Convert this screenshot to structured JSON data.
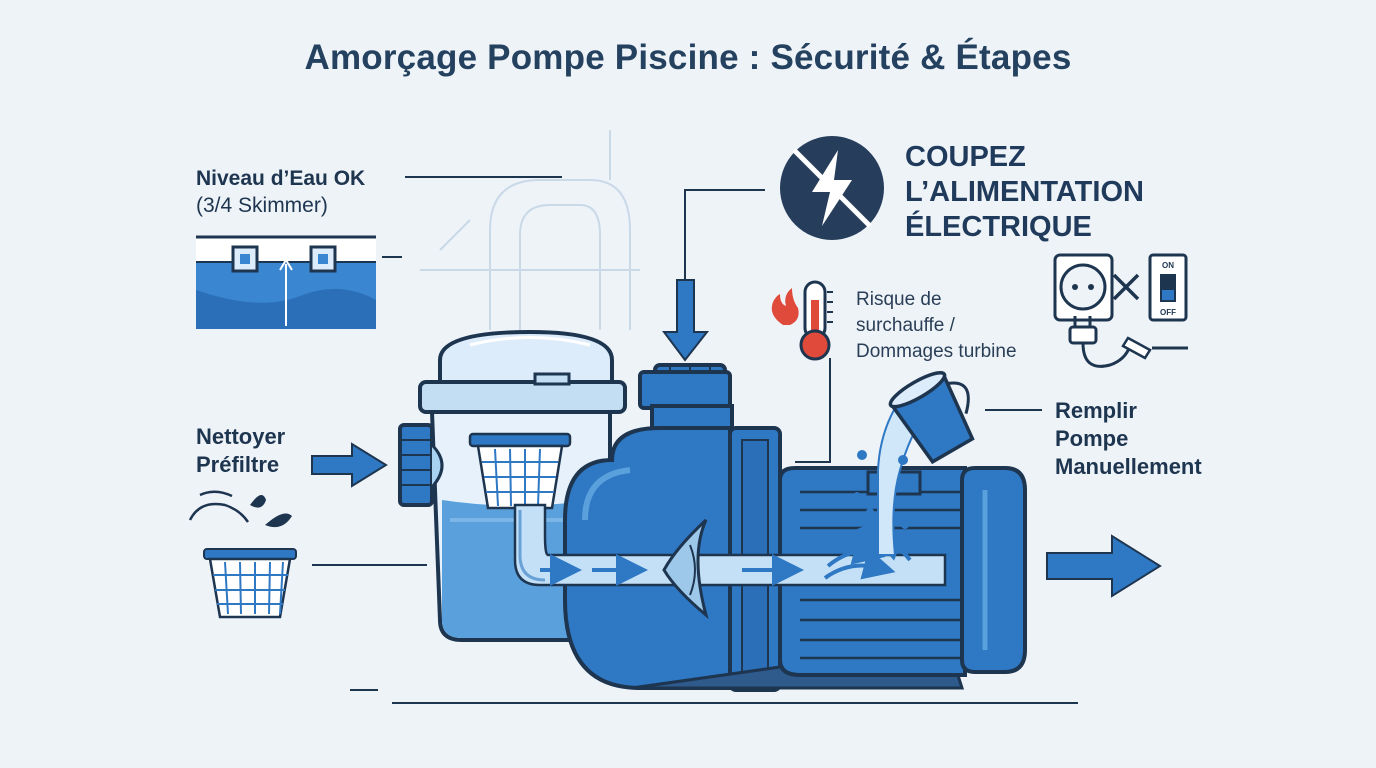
{
  "title": "Amorçage Pompe Piscine : Sécurité & Étapes",
  "water_level": {
    "line1": "Niveau d’Eau OK",
    "line2": "(3/4 Skimmer)"
  },
  "clean_prefilter": {
    "line1": "Nettoyer",
    "line2": "Préfiltre"
  },
  "power": {
    "line1": "COUPEZ",
    "line2": "L’ALIMENTATION",
    "line3": "ÉLECTRIQUE"
  },
  "switch": {
    "on": "ON",
    "off": "OFF"
  },
  "overheat": {
    "line1": "Risque de",
    "line2": "surchauffe /",
    "line3": "Dommages turbine"
  },
  "fill_pump": {
    "line1": "Remplir",
    "line2": "Pompe",
    "line3": "Manuellement"
  },
  "colors": {
    "navy": "#1e3550",
    "blue": "#2f78c4",
    "dark_blue": "#1f5aa0",
    "light_blue": "#a9d1f0",
    "red": "#e04a3a",
    "background": "#eef3f8"
  }
}
